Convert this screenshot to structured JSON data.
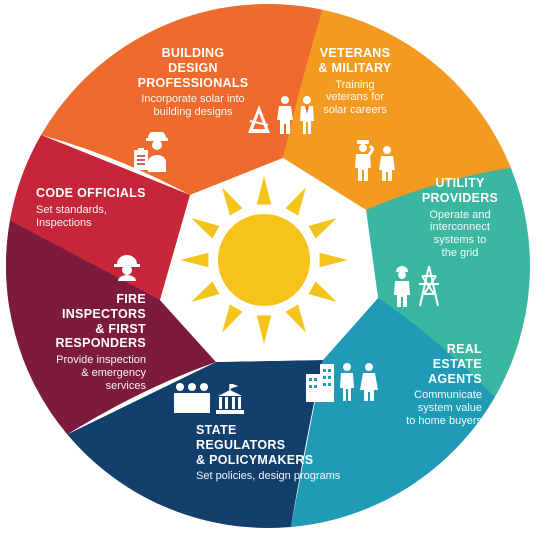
{
  "colors": {
    "building_design": "#ee6a2d",
    "veterans": "#f39a21",
    "utility": "#3bb6a0",
    "real_estate": "#1f9bb5",
    "state": "#123f6c",
    "fire": "#7d1b3f",
    "code": "#c6263a",
    "sun": "#f6c31b",
    "center": "#ffffff"
  },
  "segments": [
    {
      "key": "building_design",
      "title": "BUILDING\nDESIGN\nPROFESSIONALS",
      "desc": "Incorporate solar into\nbuilding designs",
      "icons": [
        "drafting-tools-icon",
        "engineer-woman-icon",
        "architect-man-icon"
      ]
    },
    {
      "key": "veterans",
      "title": "VETERANS\n& MILITARY",
      "desc": "Training\nveterans for\nsolar careers",
      "icons": [
        "saluting-soldier-icon",
        "service-woman-icon"
      ]
    },
    {
      "key": "utility",
      "title": "UTILITY\nPROVIDERS",
      "desc": "Operate and\ninterconnect\nsystems to\nthe grid",
      "icons": [
        "utility-worker-icon",
        "power-tower-icon"
      ]
    },
    {
      "key": "real_estate",
      "title": "REAL\nESTATE\nAGENTS",
      "desc": "Communicate\nsystem value\nto home buyers",
      "icons": [
        "buildings-icon",
        "agent-man-icon",
        "agent-woman-icon"
      ]
    },
    {
      "key": "state",
      "title": "STATE\nREGULATORS\n& POLICYMAKERS",
      "desc": "Set policies, design programs",
      "icons": [
        "policymakers-group-icon",
        "capitol-building-icon"
      ]
    },
    {
      "key": "fire",
      "title": "FIRE\nINSPECTORS\n& FIRST\nRESPONDERS",
      "desc": "Provide inspection\n& emergency\nservices",
      "icons": [
        "firefighter-icon"
      ]
    },
    {
      "key": "code",
      "title": "CODE OFFICIALS",
      "desc": "Set standards,\nInspections",
      "icons": [
        "clipboard-inspector-icon"
      ]
    }
  ]
}
